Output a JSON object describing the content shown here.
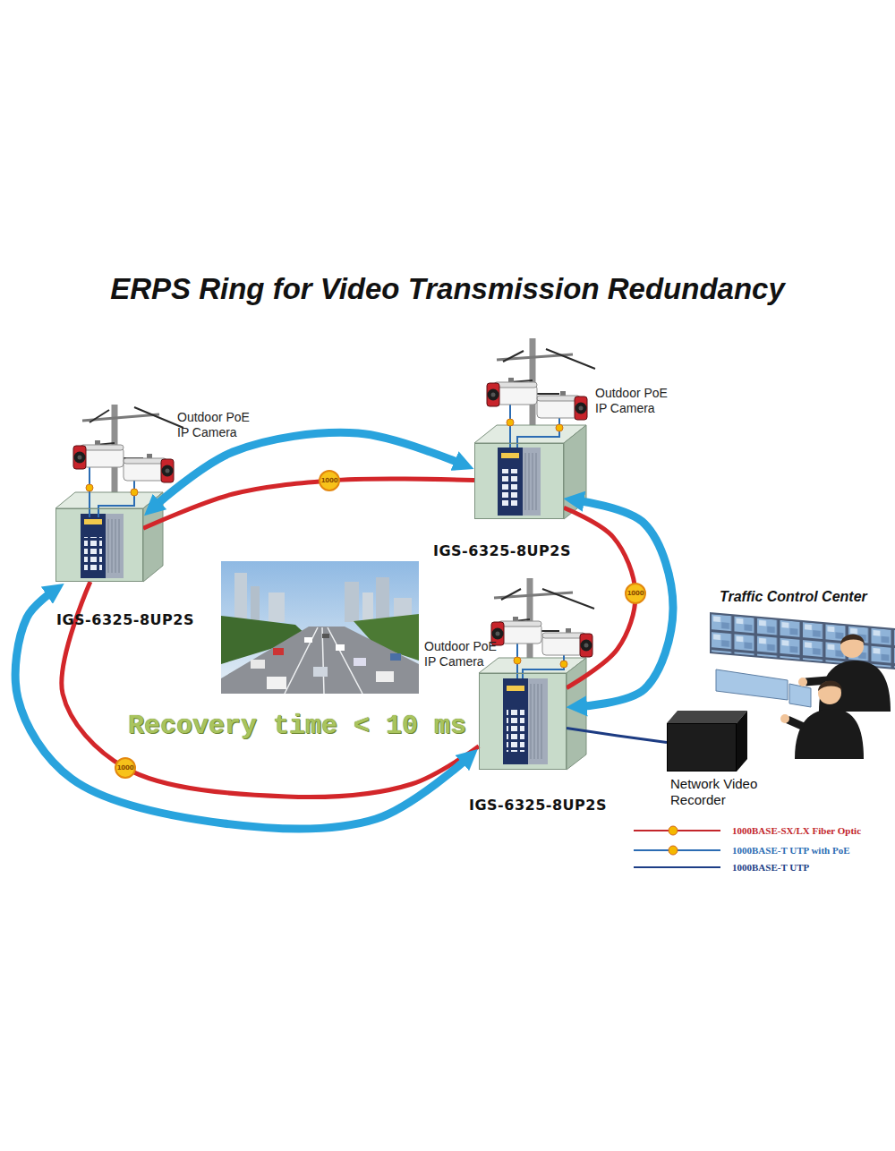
{
  "diagram": {
    "title": "ERPS Ring for Video Transmission Redundancy",
    "nodes": [
      {
        "text": [
          "IGS-6325-8UP2S"
        ]
      },
      {
        "text": [
          "IGS-6325-8UP2S"
        ]
      },
      {
        "text": [
          "IGS-6325-8UP2S"
        ]
      },
      {
        "text": [
          "Network Video Recorder"
        ]
      }
    ],
    "edges": [
      {
        "from": 0,
        "to": 1,
        "arrow": "none",
        "label": "1000"
      },
      {
        "from": 1,
        "to": 2,
        "arrow": "none",
        "label": "1000"
      },
      {
        "from": 2,
        "to": 0,
        "arrow": "none",
        "label": "1000"
      },
      {
        "from": 0,
        "to": 1,
        "arrow": "both"
      },
      {
        "from": 1,
        "to": 2,
        "arrow": "both"
      },
      {
        "from": 0,
        "to": 2,
        "arrow": "both"
      },
      {
        "from": 2,
        "to": 3,
        "arrow": "none"
      }
    ],
    "labels": [
      "Outdoor PoE IP Camera",
      "Outdoor PoE IP Camera",
      "Outdoor PoE IP Camera",
      "Recovery time < 10 ms",
      "Traffic Control Center"
    ],
    "legend": [
      {
        "text": "1000BASE-SX/LX Fiber Optic"
      },
      {
        "text": "1000BASE-T UTP with PoE"
      },
      {
        "text": "1000BASE-T UTP"
      }
    ]
  }
}
